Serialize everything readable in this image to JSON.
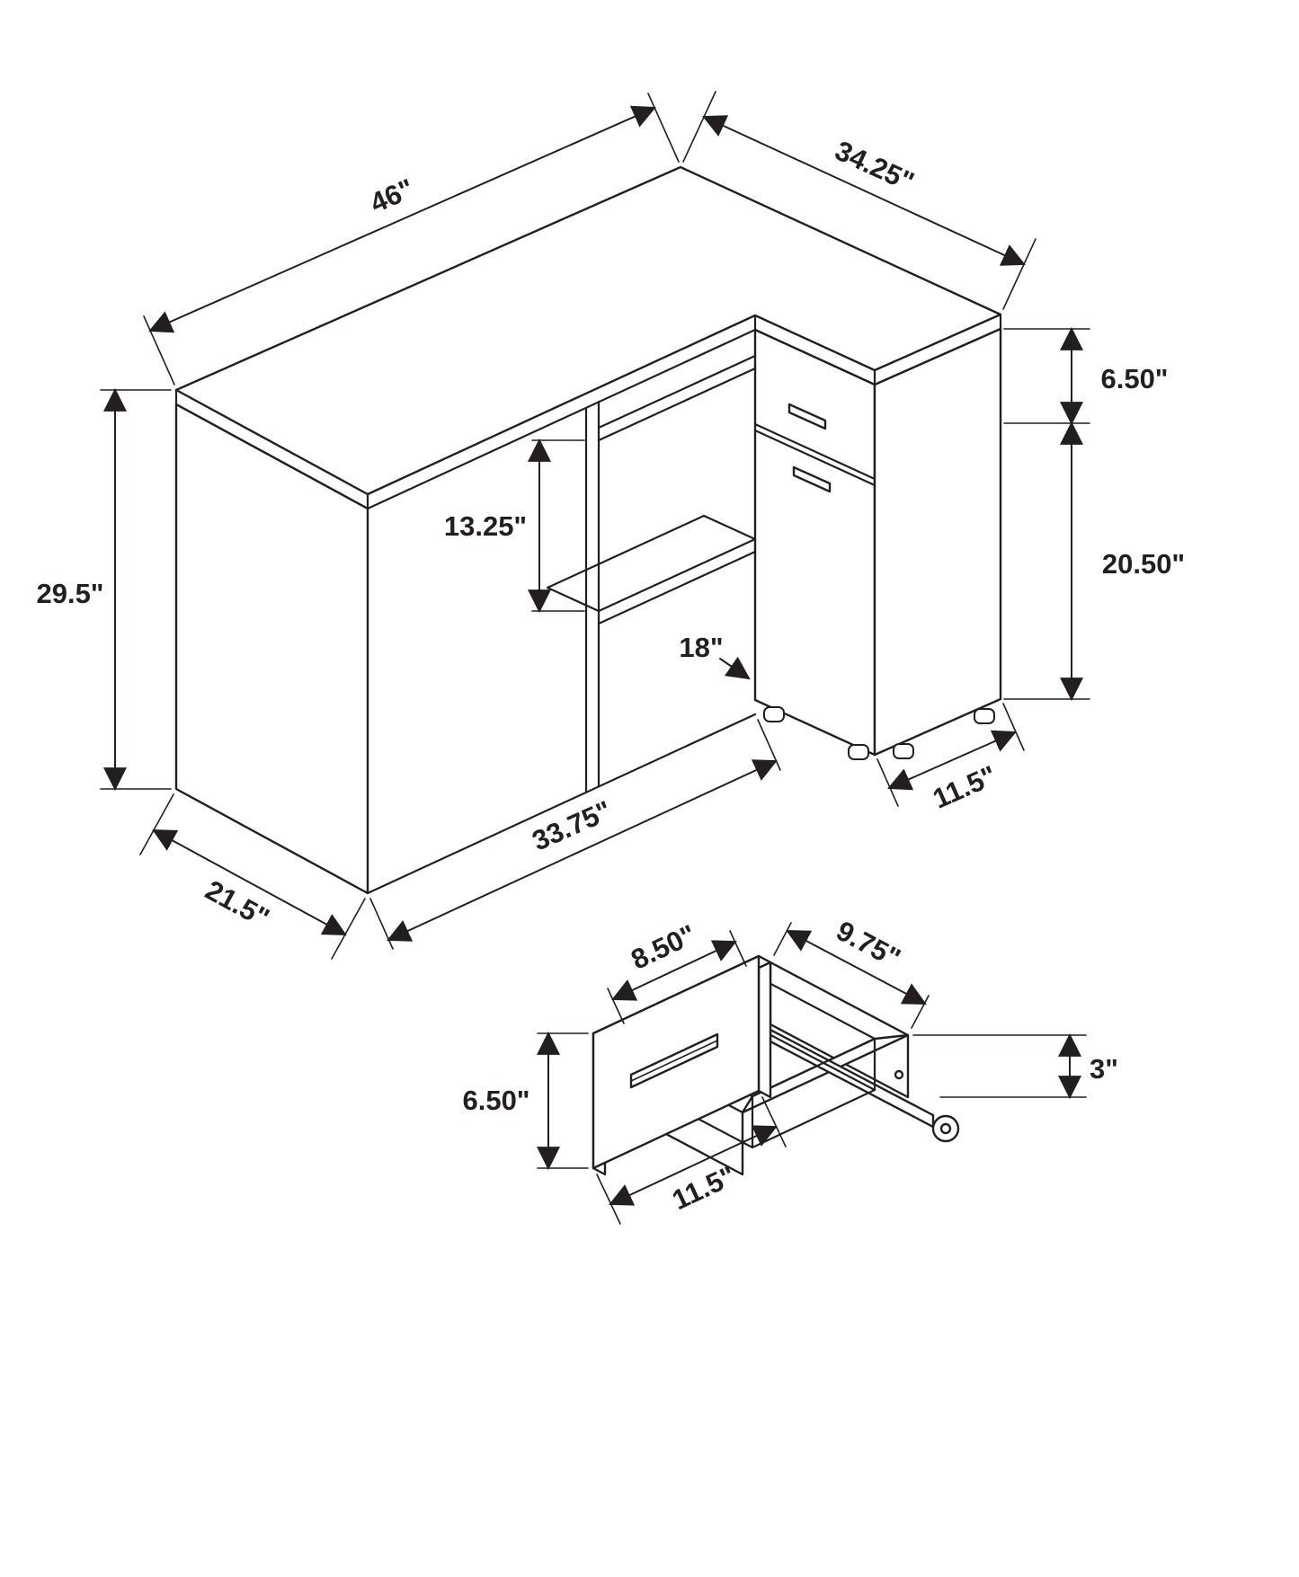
{
  "colors": {
    "line": "#231f20",
    "background": "#ffffff"
  },
  "desk_view": {
    "dimensions": {
      "top_length": "46\"",
      "return_depth": "34.25\"",
      "height": "29.5\"",
      "side_depth": "21.5\"",
      "shelf_opening_height": "13.25\"",
      "drawer_front_height": "6.50\"",
      "cabinet_door_height": "20.50\"",
      "shelf_width": "18\"",
      "base_front_width": "33.75\"",
      "cabinet_width": "11.5\""
    }
  },
  "drawer_view": {
    "dimensions": {
      "opening_width": "8.50\"",
      "side_depth": "9.75\"",
      "front_height": "6.50\"",
      "side_height": "3\"",
      "front_width": "11.5\""
    }
  }
}
